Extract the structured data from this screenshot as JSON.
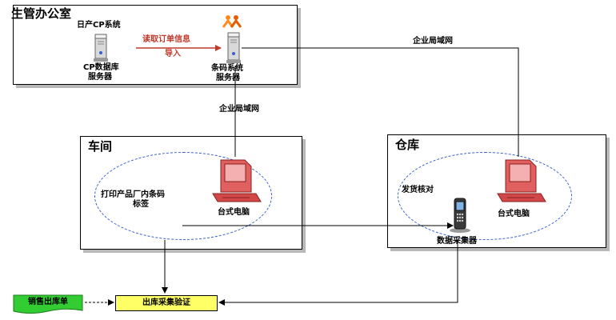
{
  "office": {
    "title": "生管办公室",
    "cp_system": "日产CP系统",
    "cp_server": [
      "CP数据库",
      "服务器"
    ],
    "read_order": [
      "读取订单信息",
      "导入"
    ],
    "barcode_server": [
      "条码系统",
      "服务器"
    ]
  },
  "network": {
    "lan_top": "企业局域网",
    "lan_middle": "企业局域网"
  },
  "workshop": {
    "title": "车间",
    "print_label": [
      "打印产品厂内条码",
      "标签"
    ],
    "desktop": "台式电脑"
  },
  "warehouse": {
    "title": "仓库",
    "dispatch_check": "发货核对",
    "desktop": "台式电脑",
    "collector": "数据采集器"
  },
  "flow": {
    "sales_note": "销售出库单",
    "verify": "出库采集验证"
  },
  "colors": {
    "arrow_red": "#c0392b",
    "ellipse_blue": "#3a5fcd",
    "note_green": "#33cc33",
    "verify_yellow": "#ffff66",
    "computer_red": "#e06060"
  }
}
